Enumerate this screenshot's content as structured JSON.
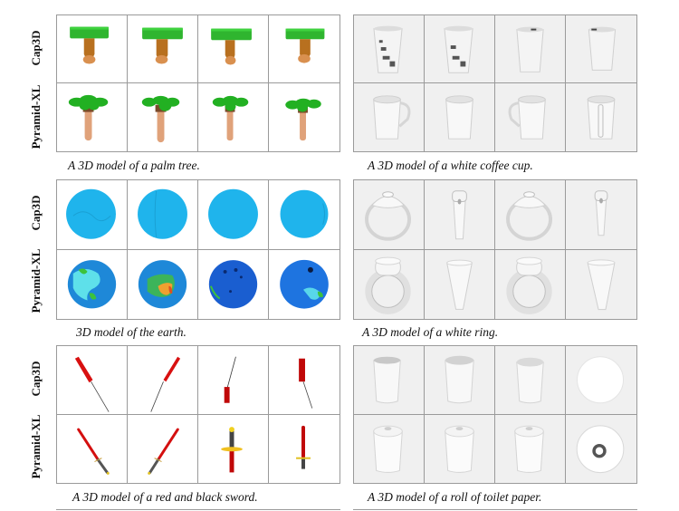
{
  "figure": {
    "row_labels": [
      "Cap3D",
      "Pyramid-XL"
    ],
    "panels": [
      {
        "id": "palm-tree",
        "caption": "A 3D model of a palm tree.",
        "column": "left",
        "background": "#ffffff",
        "rows": [
          {
            "method": "Cap3D",
            "views": [
              "palm tree view 1",
              "palm tree view 2",
              "palm tree view 3",
              "palm tree view 4"
            ]
          },
          {
            "method": "Pyramid-XL",
            "views": [
              "palm tree view 1",
              "palm tree view 2",
              "palm tree view 3",
              "palm tree view 4"
            ]
          }
        ]
      },
      {
        "id": "coffee-cup",
        "caption": "A 3D model of a white coffee cup.",
        "column": "right",
        "background": "#f0f0f0",
        "rows": [
          {
            "method": "Cap3D",
            "views": [
              "cup view 1",
              "cup view 2",
              "cup view 3",
              "cup view 4"
            ]
          },
          {
            "method": "Pyramid-XL",
            "views": [
              "mug view 1",
              "mug view 2",
              "mug view 3",
              "mug view 4"
            ]
          }
        ]
      },
      {
        "id": "earth",
        "caption": "3D model of the earth.",
        "column": "left",
        "background": "#ffffff",
        "rows": [
          {
            "method": "Cap3D",
            "views": [
              "blue sphere view 1",
              "blue sphere view 2",
              "blue sphere view 3",
              "blue sphere view 4"
            ]
          },
          {
            "method": "Pyramid-XL",
            "views": [
              "earth globe view 1",
              "earth globe view 2",
              "earth globe view 3",
              "earth globe view 4"
            ]
          }
        ]
      },
      {
        "id": "ring",
        "caption": "A 3D model of a white ring.",
        "column": "right",
        "background": "#f0f0f0",
        "rows": [
          {
            "method": "Cap3D",
            "views": [
              "ring front",
              "ring side",
              "ring front",
              "ring side"
            ]
          },
          {
            "method": "Pyramid-XL",
            "views": [
              "signet ring front",
              "signet ring side",
              "signet ring front",
              "signet ring side"
            ]
          }
        ]
      },
      {
        "id": "sword",
        "caption": "A 3D model of a red and black sword.",
        "column": "left",
        "background": "#ffffff",
        "rows": [
          {
            "method": "Cap3D",
            "views": [
              "sword view 1",
              "sword view 2",
              "sword view 3",
              "sword view 4"
            ]
          },
          {
            "method": "Pyramid-XL",
            "views": [
              "sword view 1",
              "sword view 2",
              "sword view 3",
              "sword view 4"
            ]
          }
        ]
      },
      {
        "id": "toilet-paper",
        "caption": "A 3D model of a roll of toilet paper.",
        "column": "right",
        "background": "#f0f0f0",
        "rows": [
          {
            "method": "Cap3D",
            "views": [
              "cylinder view 1",
              "cylinder view 2",
              "cylinder view 3",
              "disc top view"
            ]
          },
          {
            "method": "Pyramid-XL",
            "views": [
              "roll view 1",
              "roll view 2",
              "roll view 3",
              "roll top view"
            ]
          }
        ]
      }
    ]
  }
}
